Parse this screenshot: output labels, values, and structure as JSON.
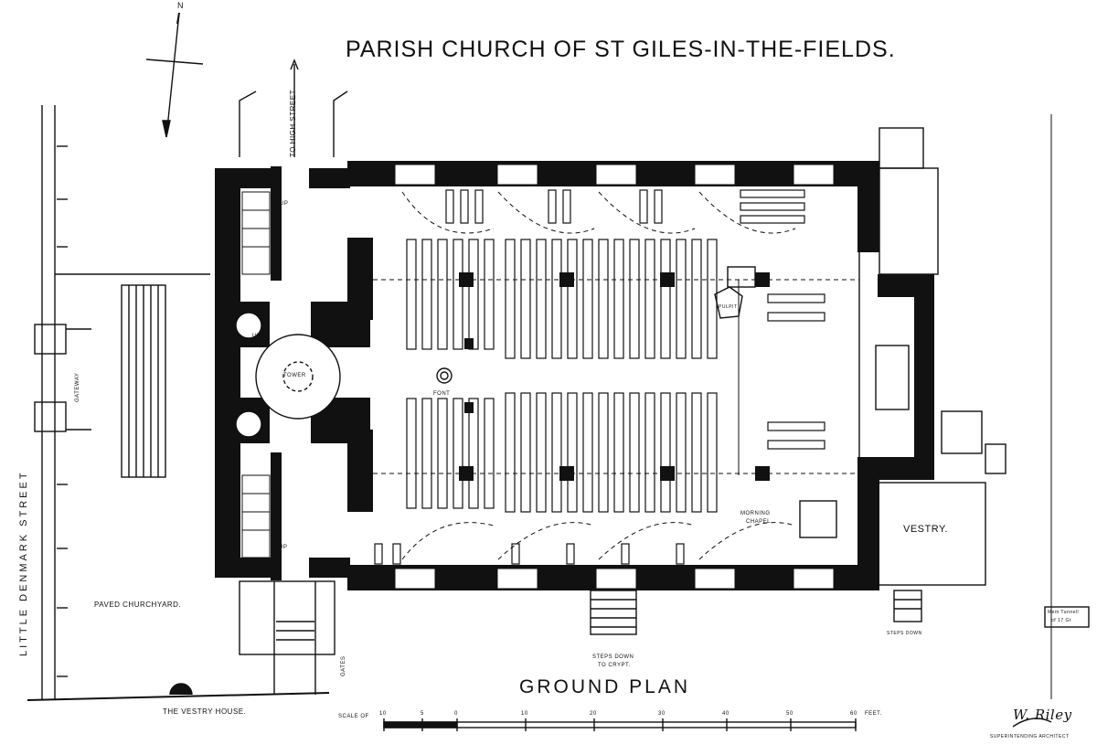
{
  "title": "PARISH CHURCH OF ST GILES-IN-THE-FIELDS.",
  "subtitle": "GROUND PLAN",
  "compass": {
    "north_label": "N"
  },
  "labels": {
    "to_high_street": "TO HIGH STREET",
    "little_denmark_street": "LITTLE DENMARK STREET",
    "gateway": "GATEWAY",
    "paved_churchyard": "PAVED CHURCHYARD.",
    "vestry_house": "THE VESTRY HOUSE.",
    "gates": "GATES",
    "tower": "TOWER",
    "font": "FONT",
    "pulpit": "PULPIT",
    "morning_chapel_1": "MORNING",
    "morning_chapel_2": "CHAPEL",
    "vestry": "VESTRY.",
    "steps_down_crypt_1": "STEPS DOWN",
    "steps_down_crypt_2": "TO CRYPT.",
    "steps_down": "STEPS DOWN",
    "up_1": "UP",
    "up_2": "UP",
    "up_3": "UP",
    "annotation_box_1": "Mem Tunnell",
    "annotation_box_2": "of 17 Gt"
  },
  "scale": {
    "prefix": "SCALE OF",
    "ticks": [
      "10",
      "5",
      "0",
      "10",
      "20",
      "30",
      "40",
      "50",
      "60"
    ],
    "unit": "FEET."
  },
  "signature": {
    "name": "W. Riley",
    "caption": "SUPERINTENDING ARCHITECT"
  }
}
